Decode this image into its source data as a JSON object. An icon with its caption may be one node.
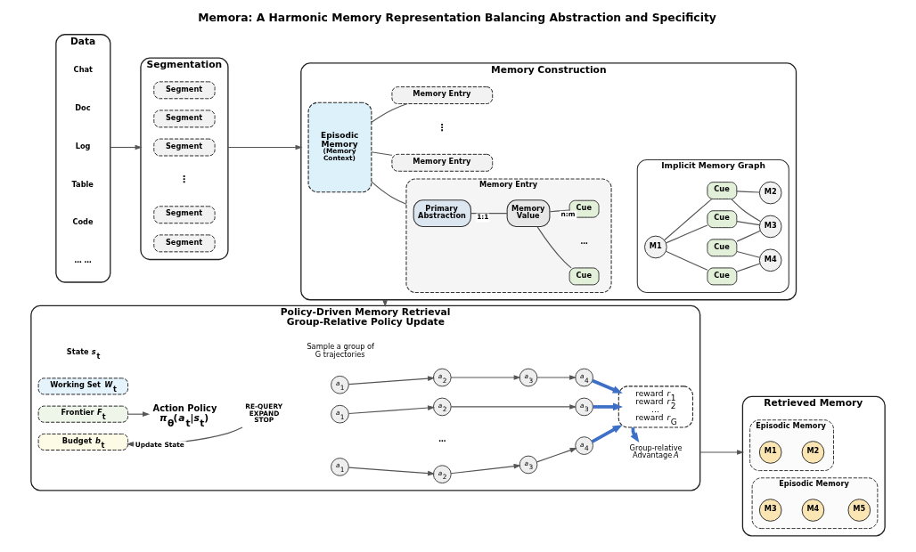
{
  "diagram": {
    "title": "Memora: A Harmonic Memory Representation Balancing Abstraction and Specificity",
    "nodes": [
      {
        "text": [
          "Data"
        ]
      },
      {
        "text": [
          "Chat"
        ],
        "in": 0
      },
      {
        "text": [
          "Doc"
        ],
        "in": 0
      },
      {
        "text": [
          "Log"
        ],
        "in": 0
      },
      {
        "text": [
          "Table"
        ],
        "in": 0
      },
      {
        "text": [
          "Code"
        ],
        "in": 0
      },
      {
        "text": [
          "Segmentation"
        ]
      },
      {
        "text": [
          "Segment"
        ],
        "in": 6
      },
      {
        "text": [
          "Segment"
        ],
        "in": 6
      },
      {
        "text": [
          "Segment"
        ],
        "in": 6
      },
      {
        "text": [
          "Segment"
        ],
        "in": 6
      },
      {
        "text": [
          "Segment"
        ],
        "in": 6
      },
      {
        "text": [
          "Memory Construction"
        ]
      },
      {
        "text": [
          "Episodic Memory",
          "(Memory Context)"
        ],
        "in": 12
      },
      {
        "text": [
          "Memory Entry"
        ],
        "in": 12
      },
      {
        "text": [
          "Primary Abstraction"
        ],
        "in": 14
      },
      {
        "text": [
          "Memory Value"
        ],
        "in": 14
      },
      {
        "text": [
          "Cue"
        ],
        "in": 14
      },
      {
        "text": [
          "Cue"
        ],
        "in": 14
      },
      {
        "text": [
          "Memory Entry"
        ],
        "in": 12
      },
      {
        "text": [
          "Memory Entry"
        ],
        "in": 12
      },
      {
        "text": [
          "Implicit Memory Graph"
        ],
        "in": 12
      },
      {
        "text": [
          "M1"
        ],
        "in": 21
      },
      {
        "text": [
          "M2"
        ],
        "in": 21
      },
      {
        "text": [
          "Cue"
        ],
        "in": 21
      },
      {
        "text": [
          "Cue"
        ],
        "in": 21
      },
      {
        "text": [
          "Cue"
        ],
        "in": 21
      },
      {
        "text": [
          "Cue"
        ],
        "in": 21
      },
      {
        "text": [
          "M3"
        ],
        "in": 21
      },
      {
        "text": [
          "M4"
        ],
        "in": 21
      },
      {
        "text": [
          "Policy-Driven Memory Retrieval",
          "Group-Relative Policy Update"
        ]
      },
      {
        "text": [
          "Working Set *W*$_{t}$"
        ],
        "in": 30
      },
      {
        "text": [
          "Frontier *F*$_{t}$"
        ],
        "in": 30
      },
      {
        "text": [
          "Budget *b*$_{t}$"
        ],
        "in": 30
      },
      {
        "text": [
          "Action Policy",
          "*π*$_{θ}$(*a*$_{t}$|*s*$_{t}$)"
        ],
        "in": 30
      },
      {
        "text": [
          "RE-QUERY",
          "EXPAND",
          "STOP"
        ],
        "in": 30
      },
      {
        "text": [
          "*a*$_{1}$"
        ],
        "in": 30
      },
      {
        "text": [
          "*a*$_{2}$"
        ],
        "in": 30
      },
      {
        "text": [
          "*a*$_{3}$"
        ],
        "in": 30
      },
      {
        "text": [
          "*a*$_{4}$"
        ],
        "in": 30
      },
      {
        "text": [
          "*a*$_{1}$"
        ],
        "in": 30
      },
      {
        "text": [
          "*a*$_{2}$"
        ],
        "in": 30
      },
      {
        "text": [
          "*a*$_{3}$"
        ],
        "in": 30
      },
      {
        "text": [
          "*a*$_{1}$"
        ],
        "in": 30
      },
      {
        "text": [
          "*a*$_{2}$"
        ],
        "in": 30
      },
      {
        "text": [
          "*a*$_{3}$"
        ],
        "in": 30
      },
      {
        "text": [
          "*a*$_{4}$"
        ],
        "in": 30
      },
      {
        "text": [
          "reward *r*$_{1}$",
          "reward *r*$_{2}$",
          "…",
          "reward *r*$_{G}$"
        ],
        "in": 30
      },
      {
        "text": [
          "Group-relative Advantage *A*"
        ],
        "in": 30
      },
      {
        "text": [
          "Retrieved Memory"
        ]
      },
      {
        "text": [
          "Episodic Memory"
        ],
        "in": 49
      },
      {
        "text": [
          "M1"
        ],
        "in": 50
      },
      {
        "text": [
          "M2"
        ],
        "in": 50
      },
      {
        "text": [
          "Episodic Memory"
        ],
        "in": 49
      },
      {
        "text": [
          "M3"
        ],
        "in": 53
      },
      {
        "text": [
          "M4"
        ],
        "in": 53
      },
      {
        "text": [
          "M5"
        ],
        "in": 53
      }
    ],
    "edges": [
      {
        "from": 0,
        "to": 6,
        "arrow": "to"
      },
      {
        "from": 6,
        "to": 12,
        "arrow": "to"
      },
      {
        "from": 13,
        "to": 14,
        "arrow": "none"
      },
      {
        "from": 13,
        "to": 19,
        "arrow": "none"
      },
      {
        "from": 13,
        "to": 20,
        "arrow": "none"
      },
      {
        "from": 15,
        "to": 16,
        "arrow": "none",
        "label": "1:1"
      },
      {
        "from": 16,
        "to": 17,
        "arrow": "none",
        "label": "n:m"
      },
      {
        "from": 16,
        "to": 18,
        "arrow": "none"
      },
      {
        "from": 22,
        "to": 24,
        "arrow": "none"
      },
      {
        "from": 24,
        "to": 23,
        "arrow": "none"
      },
      {
        "from": 22,
        "to": 26,
        "arrow": "none"
      },
      {
        "from": 24,
        "to": 28,
        "arrow": "none"
      },
      {
        "from": 22,
        "to": 25,
        "arrow": "none"
      },
      {
        "from": 25,
        "to": 29,
        "arrow": "none"
      },
      {
        "from": 26,
        "to": 28,
        "arrow": "none"
      },
      {
        "from": 27,
        "to": 28,
        "arrow": "none"
      },
      {
        "from": 27,
        "to": 29,
        "arrow": "none"
      },
      {
        "from": 12,
        "to": 30,
        "arrow": "to"
      },
      {
        "from": 32,
        "to": 34,
        "arrow": "to"
      },
      {
        "from": 35,
        "to": 33,
        "arrow": "to",
        "label": "Update State"
      },
      {
        "from": 36,
        "to": 37,
        "arrow": "to"
      },
      {
        "from": 37,
        "to": 38,
        "arrow": "to"
      },
      {
        "from": 38,
        "to": 39,
        "arrow": "to"
      },
      {
        "from": 40,
        "to": 41,
        "arrow": "to"
      },
      {
        "from": 41,
        "to": 42,
        "arrow": "to"
      },
      {
        "from": 43,
        "to": 44,
        "arrow": "to"
      },
      {
        "from": 44,
        "to": 45,
        "arrow": "to"
      },
      {
        "from": 45,
        "to": 46,
        "arrow": "to"
      },
      {
        "from": 39,
        "to": 47,
        "arrow": "to",
        "style": "thick",
        "color": "#3d6fc6"
      },
      {
        "from": 42,
        "to": 47,
        "arrow": "to",
        "style": "thick",
        "color": "#3d6fc6"
      },
      {
        "from": 46,
        "to": 47,
        "arrow": "to",
        "style": "thick",
        "color": "#3d6fc6"
      },
      {
        "from": 47,
        "to": 48,
        "arrow": "to",
        "style": "thick",
        "color": "#3d6fc6"
      },
      {
        "from": 30,
        "to": 49,
        "arrow": "to"
      }
    ],
    "labels": [
      "… …",
      "⋮",
      "…",
      "⋮",
      "State *s*$_{t}$",
      "Sample a group of G trajectories",
      "…"
    ]
  }
}
